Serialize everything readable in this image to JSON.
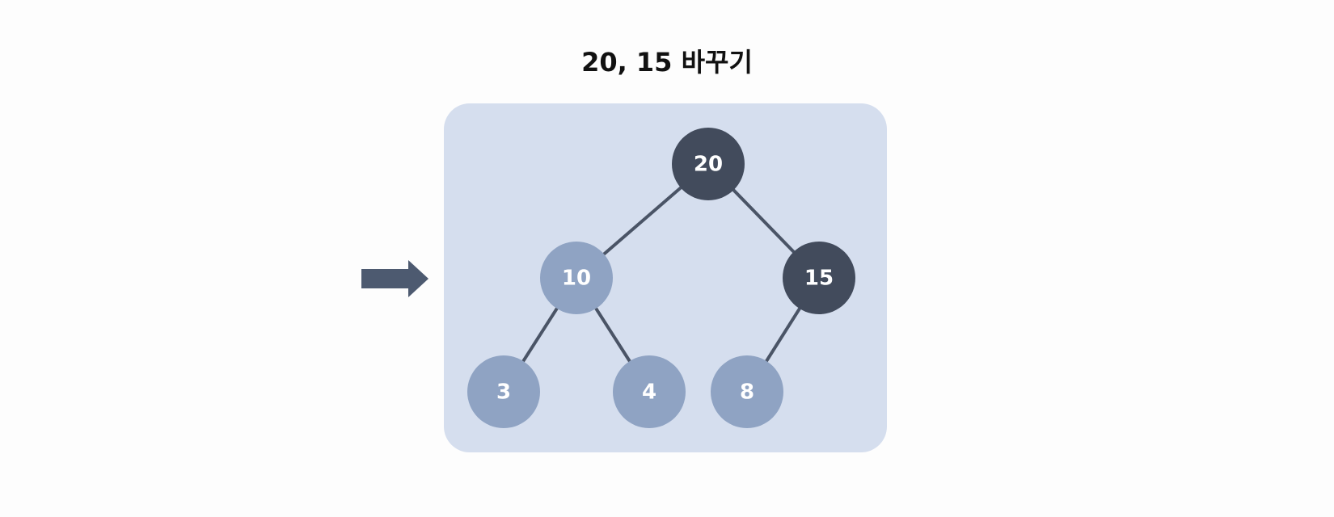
{
  "title": "20, 15 바꾸기",
  "colors": {
    "panel": "#d5deee",
    "highlight_node": "#424b5c",
    "normal_node": "#8fa3c3",
    "edge": "#4a5466",
    "arrow": "#4d5a70",
    "label": "#ffffff"
  },
  "tree": {
    "nodes": [
      {
        "id": "n20",
        "label": "20",
        "highlighted": true
      },
      {
        "id": "n10",
        "label": "10",
        "highlighted": false
      },
      {
        "id": "n15",
        "label": "15",
        "highlighted": true
      },
      {
        "id": "n3",
        "label": "3",
        "highlighted": false
      },
      {
        "id": "n4",
        "label": "4",
        "highlighted": false
      },
      {
        "id": "n8",
        "label": "8",
        "highlighted": false
      }
    ],
    "edges": [
      {
        "from": "n20",
        "to": "n10"
      },
      {
        "from": "n20",
        "to": "n15"
      },
      {
        "from": "n10",
        "to": "n3"
      },
      {
        "from": "n10",
        "to": "n4"
      },
      {
        "from": "n15",
        "to": "n8"
      }
    ]
  }
}
